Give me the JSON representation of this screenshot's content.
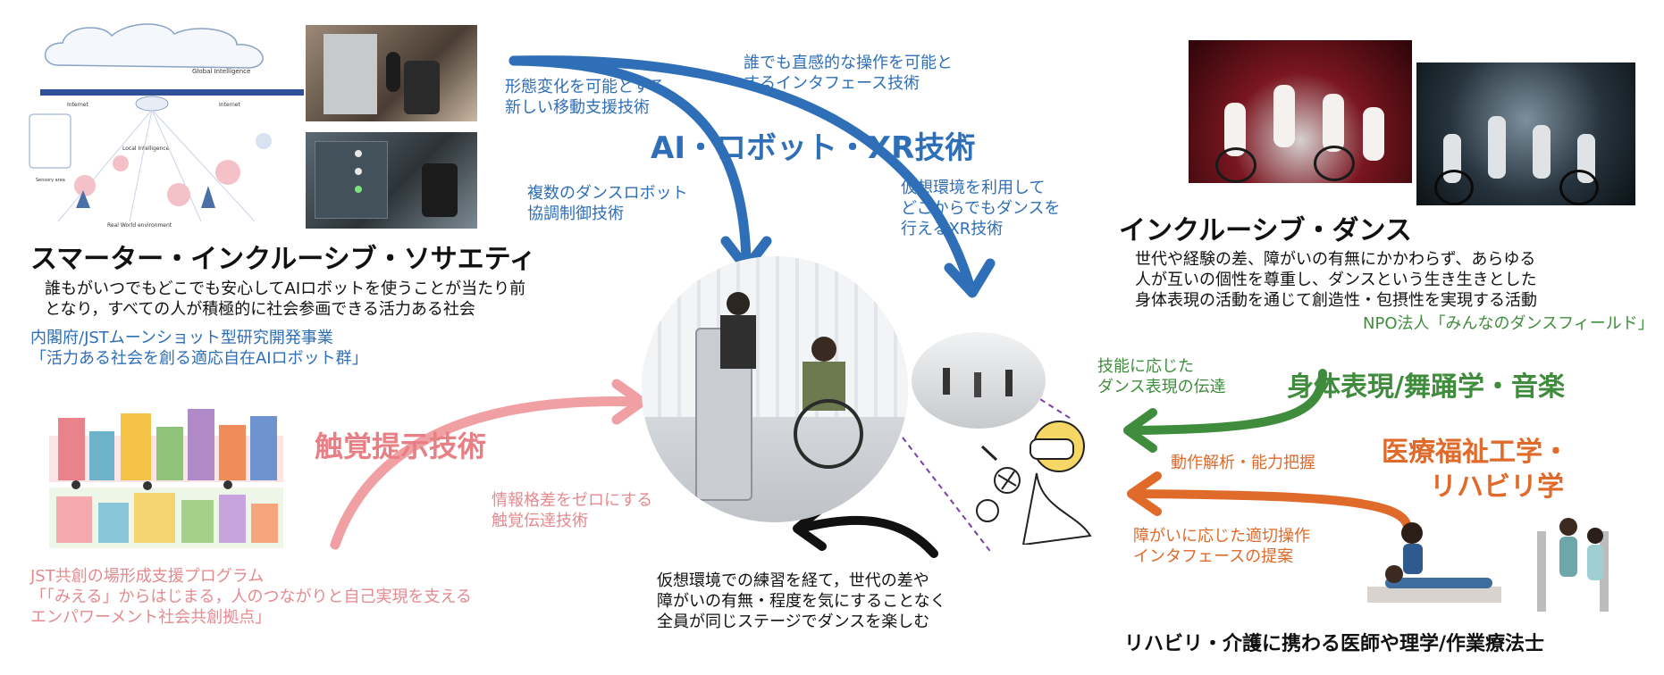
{
  "left_top": {
    "title": "スマーター・インクルーシブ・ソサエティ",
    "desc": [
      "誰もがいつでもどこでも安心してAIロボットを使うことが当たり前",
      "となり，すべての人が積極的に社会参画できる活力ある社会"
    ],
    "program": [
      "内閣府/JSTムーンショット型研究開発事業",
      "「活力ある社会を創る適応自在AIロボット群」"
    ],
    "diagram_labels": {
      "global": "Global Intelligence",
      "local": "Local Intelligence",
      "real": "Real World environment",
      "sensory": "Sensory area",
      "internet1": "Internet",
      "internet2": "Internet"
    }
  },
  "left_bottom": {
    "program": [
      "JST共創の場形成支援プログラム",
      "「「みえる」からはじまる，人のつながりと自己実現を支える",
      "エンパワーメント社会共創拠点」"
    ]
  },
  "center": {
    "heading": "AI・ロボット・XR技術",
    "tech1": [
      "形態変化を可能とする",
      "新しい移動支援技術"
    ],
    "tech2": [
      "誰でも直感的な操作を可能と",
      "するインタフェース技術"
    ],
    "tech3": [
      "複数のダンスロボット",
      "協調制御技術"
    ],
    "tech4": [
      "仮想環境を利用して",
      "どこからでもダンスを",
      "行えるXR技術"
    ],
    "haptic_heading": "触覚提示技術",
    "haptic_tech": [
      "情報格差をゼロにする",
      "触覚伝達技術"
    ],
    "vr_caption": [
      "仮想環境での練習を経て，世代の差や",
      "障がいの有無・程度を気にすることなく",
      "全員が同じステージでダンスを楽しむ"
    ]
  },
  "right_top": {
    "title": "インクルーシブ・ダンス",
    "desc": [
      "世代や経験の差、障がいの有無にかかわらず、あらゆる",
      "人が互いの個性を尊重し、ダンスという生き生きとした",
      "身体表現の活動を通じて創造性・包摂性を実現する活動"
    ],
    "org": "NPO法人「みんなのダンスフィールド」"
  },
  "right_middle": {
    "heading": "身体表現/舞踊学・音楽",
    "label": [
      "技能に応じた",
      "ダンス表現の伝達"
    ]
  },
  "right_bottom": {
    "heading": [
      "医療福祉工学・",
      "リハビリ学"
    ],
    "analysis": "動作解析・能力把握",
    "proposal": [
      "障がいに応じた適切操作",
      "インタフェースの提案"
    ],
    "footer": "リハビリ・介護に携わる医師や理学/作業療法士"
  },
  "colors": {
    "blue": "#2f6fb8",
    "pink": "#e58a8f",
    "green": "#3f8d3c",
    "orange": "#e06a2a",
    "black": "#111111"
  }
}
